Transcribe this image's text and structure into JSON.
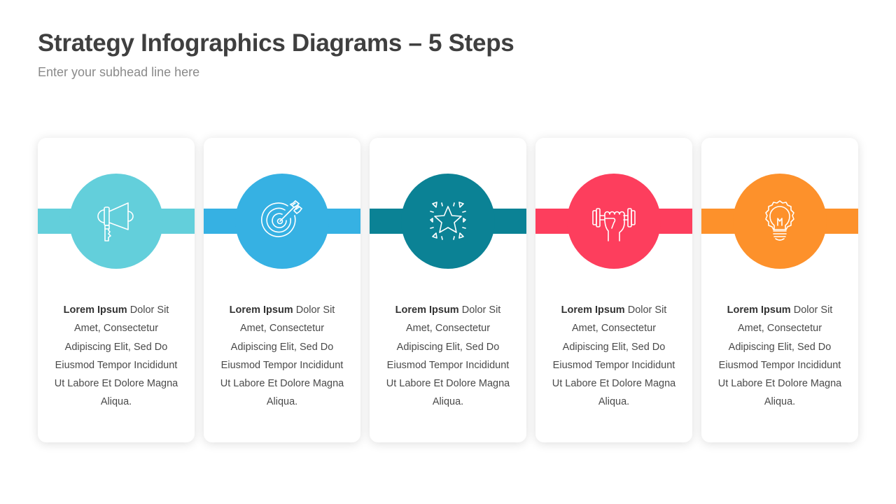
{
  "header": {
    "title": "Strategy Infographics Diagrams – 5 Steps",
    "subtitle": "Enter your subhead line here"
  },
  "steps": [
    {
      "icon": "megaphone-icon",
      "color": "#63cfdb",
      "bold": "Lorem Ipsum",
      "text": " Dolor Sit Amet, Consectetur Adipiscing Elit, Sed Do Eiusmod Tempor Incididunt Ut Labore Et Dolore Magna Aliqua."
    },
    {
      "icon": "target-arrow-icon",
      "color": "#36b1e3",
      "bold": "Lorem Ipsum",
      "text": " Dolor Sit Amet, Consectetur Adipiscing Elit, Sed Do Eiusmod Tempor Incididunt Ut Labore Et Dolore Magna Aliqua."
    },
    {
      "icon": "star-sparkle-icon",
      "color": "#0b8295",
      "bold": "Lorem Ipsum",
      "text": " Dolor Sit Amet, Consectetur Adipiscing Elit, Sed Do Eiusmod Tempor Incididunt Ut Labore Et Dolore Magna Aliqua."
    },
    {
      "icon": "dumbbell-fist-icon",
      "color": "#fd3e5d",
      "bold": "Lorem Ipsum",
      "text": " Dolor Sit Amet, Consectetur Adipiscing Elit, Sed Do Eiusmod Tempor Incididunt Ut Labore Et Dolore Magna Aliqua."
    },
    {
      "icon": "lightbulb-icon",
      "color": "#fd912b",
      "bold": "Lorem Ipsum",
      "text": " Dolor Sit Amet, Consectetur Adipiscing Elit, Sed Do Eiusmod Tempor Incididunt Ut Labore Et Dolore Magna Aliqua."
    }
  ]
}
